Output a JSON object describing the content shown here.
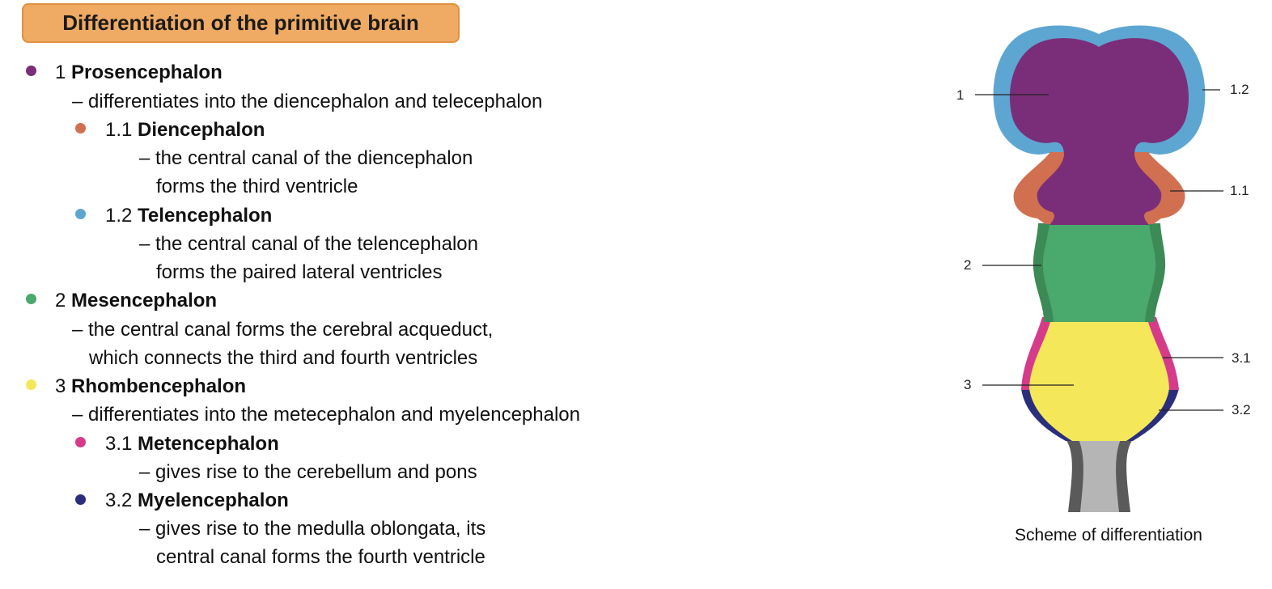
{
  "title": "Differentiation of the primitive brain",
  "colors": {
    "prosencephalon": "#7a2e79",
    "diencephalon": "#d07050",
    "telencephalon": "#5ea6d2",
    "mesencephalon": "#4aa96c",
    "rhombencephalon": "#f4e85a",
    "metencephalon": "#d63b8a",
    "myelencephalon": "#2a2f7c",
    "spinal": "#b5b5b5"
  },
  "items": {
    "p1": {
      "num": "1",
      "name": "Prosencephalon",
      "desc": [
        "– differentiates into the diencephalon and telecephalon"
      ]
    },
    "p11": {
      "num": "1.1",
      "name": "Diencephalon",
      "desc": [
        "– the central canal of the diencephalon",
        "forms the third ventricle"
      ]
    },
    "p12": {
      "num": "1.2",
      "name": "Telencephalon",
      "desc": [
        "– the central canal of the telencephalon",
        "forms the paired lateral ventricles"
      ]
    },
    "p2": {
      "num": "2",
      "name": "Mesencephalon",
      "desc": [
        "– the central canal forms the cerebral acqueduct,",
        "which connects the third and fourth ventricles"
      ]
    },
    "p3": {
      "num": "3",
      "name": "Rhombencephalon",
      "desc": [
        "– differentiates into the metecephalon and myelencephalon"
      ]
    },
    "p31": {
      "num": "3.1",
      "name": "Metencephalon",
      "desc": [
        "– gives rise to the cerebellum and pons"
      ]
    },
    "p32": {
      "num": "3.2",
      "name": "Myelencephalon",
      "desc": [
        "– gives rise to the medulla oblongata, its",
        "central canal forms the fourth ventricle"
      ]
    }
  },
  "diagram": {
    "labels": {
      "l1": "1",
      "l12": "1.2",
      "l11": "1.1",
      "l2": "2",
      "l31": "3.1",
      "l3": "3",
      "l32": "3.2"
    },
    "caption": "Scheme of differentiation"
  }
}
